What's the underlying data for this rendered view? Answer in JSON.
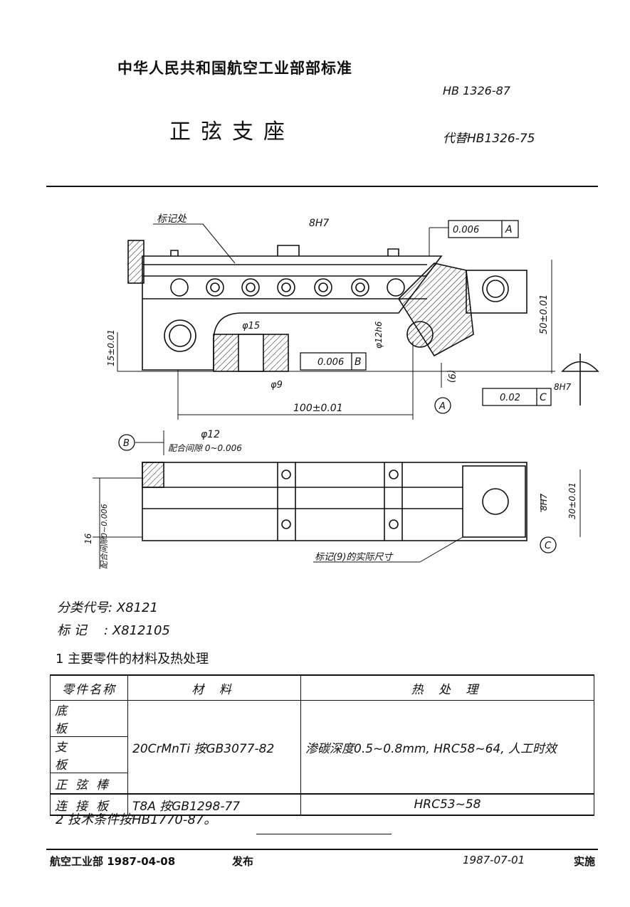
{
  "header": {
    "org": "中华人民共和国航空工业部部标准",
    "code": "HB 1326-87",
    "title": "正弦支座",
    "replaces": "代替HB1326-75"
  },
  "drawing": {
    "label_mark_location": "标记处",
    "fit_8h7": "8H7",
    "tol_parallel_a": "0.006",
    "datum_a": "A",
    "dim_50": "50±0.01",
    "dim_phi15": "φ15",
    "dim_phi12": "φ12h6",
    "dim_15": "15±0.01",
    "tol_parallel_b": "0.006",
    "datum_b": "B",
    "dim_9": "(9)",
    "dim_phi9": "φ9",
    "dim_100": "100±0.01",
    "tol_flat_c": "0.02",
    "datum_c": "C",
    "fit_8h7_side": "8H7",
    "dim_phi12_top": "φ12",
    "clearance_top": "配合间隙 0~0.006",
    "dim_16": "16",
    "clearance_left": "配合间隙0~0.006",
    "dim_8h7_right": "8H7",
    "dim_30": "30±0.01",
    "note_actual_size": "标记(9)的实际尺寸"
  },
  "info": {
    "class_label": "分类代号",
    "class_value": "X8121",
    "mark_label": "标  记",
    "mark_value": "X812105"
  },
  "section1": "1  主要零件的材料及热处理",
  "table": {
    "headers": [
      "零件名称",
      "材  料",
      "热 处 理"
    ],
    "parts": [
      "底板",
      "支板",
      "正弦棒",
      "连接板"
    ],
    "material_1": "20CrMnTi 按GB3077-82",
    "treatment_1": "渗碳深度0.5~0.8mm, HRC58~64, 人工时效",
    "material_2": "T8A 按GB1298-77",
    "treatment_2": "HRC53~58"
  },
  "section2": "2  技术条件按HB1770-87。",
  "footer": {
    "issuer": "航空工业部 1987-04-08",
    "published": "发布",
    "effective_date": "1987-07-01",
    "effective": "实施"
  }
}
